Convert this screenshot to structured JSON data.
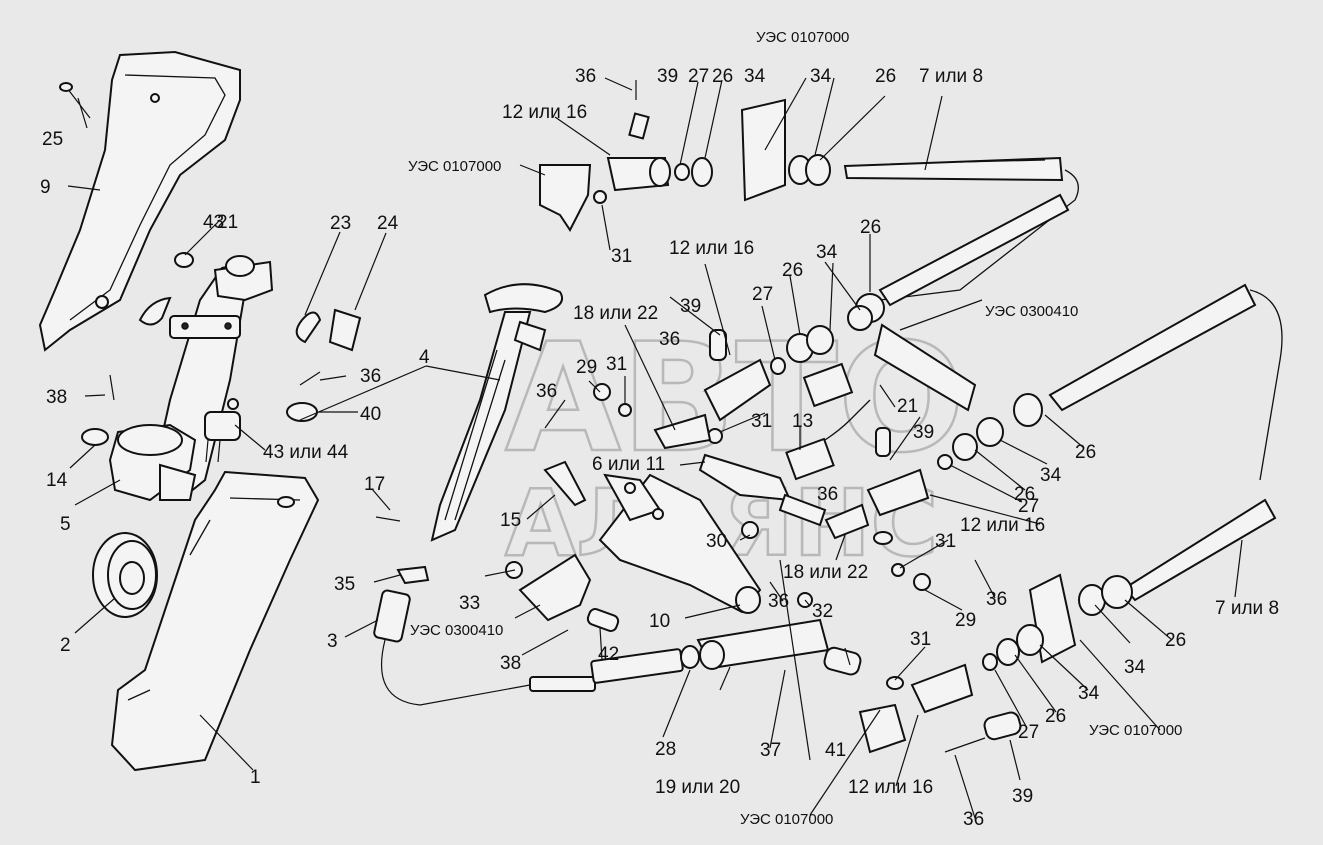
{
  "watermark": {
    "line1": "АВТО",
    "line2": "АЛЬЯНС"
  },
  "codes": {
    "c_top": "УЭС 0107000",
    "c_left": "УЭС 0107000",
    "c_right": "УЭС 0300410",
    "c_mid": "УЭС 0300410",
    "c_br": "УЭС 0107000",
    "c_bottom": "УЭС 0107000"
  },
  "labels": {
    "n1": "1",
    "n2": "2",
    "n3": "3",
    "n4": "4",
    "n5": "5",
    "n6_11": "6 или 11",
    "n7_8_top": "7 или 8",
    "n7_8_bot": "7 или 8",
    "n9": "9",
    "n10": "10",
    "n12_16_a": "12 или 16",
    "n12_16_b": "12 или 16",
    "n12_16_c": "12 или 16",
    "n12_16_d": "12 или 16",
    "n13": "13",
    "n14": "14",
    "n15": "15",
    "n17": "17",
    "n18_22_a": "18 или 22",
    "n18_22_b": "18 или 22",
    "n19_20": "19 или 20",
    "n21_a": "21",
    "n21_b": "21",
    "n23": "23",
    "n24": "24",
    "n25": "25",
    "n26_a": "26",
    "n26_b": "26",
    "n26_c": "26",
    "n26_d": "26",
    "n26_e": "26",
    "n26_f": "26",
    "n26_g": "26",
    "n26_h": "26",
    "n27_a": "27",
    "n27_b": "27",
    "n27_c": "27",
    "n27_d": "27",
    "n28": "28",
    "n29_a": "29",
    "n29_b": "29",
    "n30": "30",
    "n31_a": "31",
    "n31_b": "31",
    "n31_c": "31",
    "n31_d": "31",
    "n31_e": "31",
    "n32": "32",
    "n33": "33",
    "n34_a": "34",
    "n34_b": "34",
    "n34_c": "34",
    "n34_d": "34",
    "n34_e": "34",
    "n34_f": "34",
    "n35": "35",
    "n36_a": "36",
    "n36_b": "36",
    "n36_c": "36",
    "n36_d": "36",
    "n36_e": "36",
    "n36_f": "36",
    "n36_g": "36",
    "n36_h": "36",
    "n37": "37",
    "n38_a": "38",
    "n38_b": "38",
    "n39_a": "39",
    "n39_b": "39",
    "n39_c": "39",
    "n39_d": "39",
    "n40": "40",
    "n41": "41",
    "n42": "42",
    "n43": "43",
    "n43_44": "43 или 44"
  }
}
